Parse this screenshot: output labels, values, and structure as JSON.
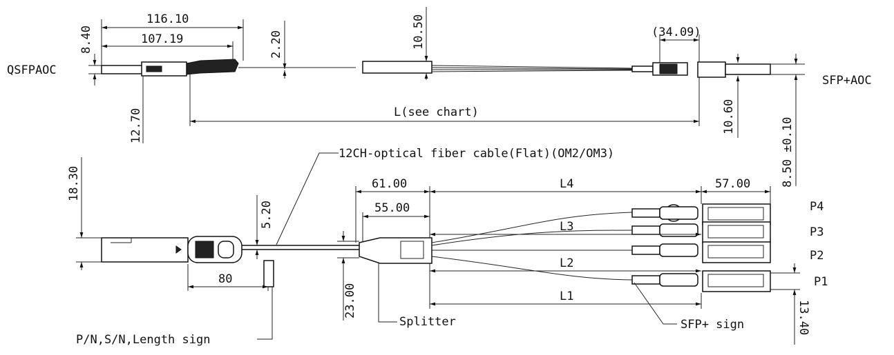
{
  "top_view": {
    "dims": {
      "d116": "116.10",
      "d107": "107.19",
      "d840": "8.40",
      "d220": "2.20",
      "d1050": "10.50",
      "d3409": "(34.09)",
      "d1270": "12.70",
      "d1060": "10.60",
      "d850": "8.50 ±0.10",
      "length": "L(see chart)"
    },
    "left_label": "QSFPAOC",
    "right_label": "SFP+AOC"
  },
  "bottom_view": {
    "cable_label": "12CH-optical fiber cable(Flat)(OM2/OM3)",
    "dims": {
      "d1830": "18.30",
      "d520": "5.20",
      "d80": "80",
      "d2300": "23.00",
      "d6100": "61.00",
      "d5500": "55.00",
      "d5700": "57.00",
      "d1340": "13.40",
      "L4": "L4",
      "L3": "L3",
      "L2": "L2",
      "L1": "L1"
    },
    "ports": [
      "P4",
      "P3",
      "P2",
      "P1"
    ],
    "splitter_label": "Splitter",
    "sfp_sign_label": "SFP+ sign",
    "pn_label": "P/N,S/N,Length sign"
  }
}
